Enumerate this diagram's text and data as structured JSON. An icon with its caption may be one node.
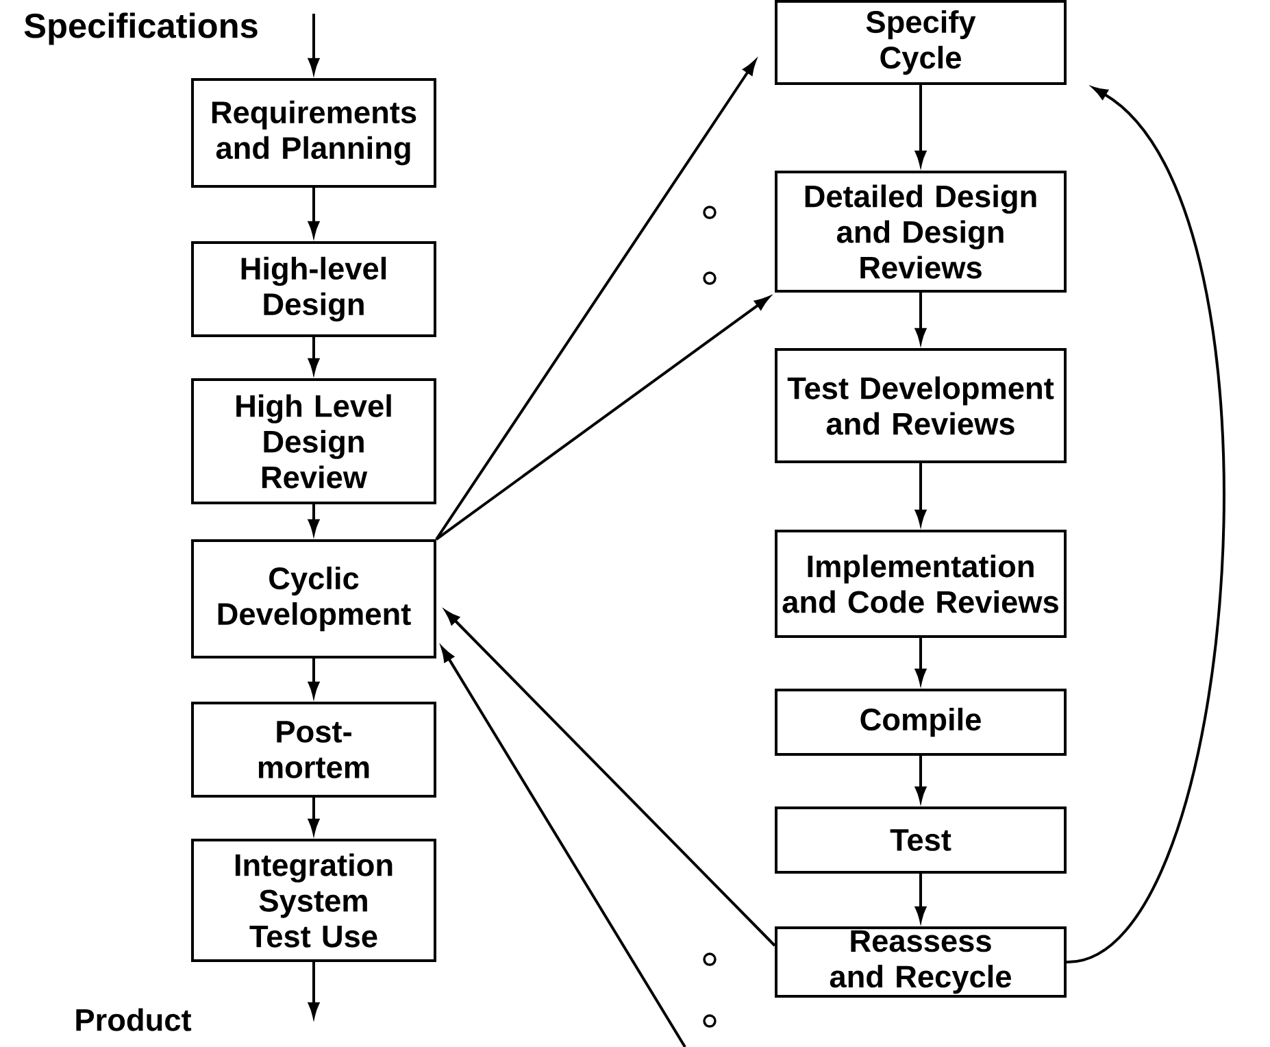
{
  "diagram": {
    "nodes": [
      {
        "text": [
          "Requirements and Planning"
        ]
      },
      {
        "text": [
          "High-level Design"
        ]
      },
      {
        "text": [
          "High Level Design Review"
        ]
      },
      {
        "text": [
          "Cyclic Development"
        ]
      },
      {
        "text": [
          "Post-mortem"
        ]
      },
      {
        "text": [
          "Integration System Test Use"
        ]
      },
      {
        "text": [
          "Specify Cycle"
        ]
      },
      {
        "text": [
          "Detailed Design and Design Reviews"
        ]
      },
      {
        "text": [
          "Test Development and Reviews"
        ]
      },
      {
        "text": [
          "Implementation and Code Reviews"
        ]
      },
      {
        "text": [
          "Compile"
        ]
      },
      {
        "text": [
          "Test"
        ]
      },
      {
        "text": [
          "Reassess and Recycle"
        ]
      }
    ],
    "edges": [
      {
        "from": null,
        "to": 0,
        "arrow": "to"
      },
      {
        "from": 0,
        "to": 1,
        "arrow": "to"
      },
      {
        "from": 1,
        "to": 2,
        "arrow": "to"
      },
      {
        "from": 2,
        "to": 3,
        "arrow": "to"
      },
      {
        "from": 3,
        "to": 4,
        "arrow": "to"
      },
      {
        "from": 4,
        "to": 5,
        "arrow": "to"
      },
      {
        "from": 5,
        "to": null,
        "arrow": "to"
      },
      {
        "from": 3,
        "to": 6,
        "arrow": "to"
      },
      {
        "from": 3,
        "to": 7,
        "arrow": "to"
      },
      {
        "from": 6,
        "to": 7,
        "arrow": "to"
      },
      {
        "from": 7,
        "to": 8,
        "arrow": "to"
      },
      {
        "from": 8,
        "to": 9,
        "arrow": "to"
      },
      {
        "from": 9,
        "to": 10,
        "arrow": "to"
      },
      {
        "from": 10,
        "to": 11,
        "arrow": "to"
      },
      {
        "from": 11,
        "to": 12,
        "arrow": "to"
      },
      {
        "from": 12,
        "to": 3,
        "arrow": "to"
      },
      {
        "from": null,
        "to": 3,
        "arrow": "to"
      },
      {
        "from": 12,
        "to": 6,
        "arrow": "to"
      }
    ],
    "labels": [
      "Specifications",
      "Product"
    ]
  }
}
